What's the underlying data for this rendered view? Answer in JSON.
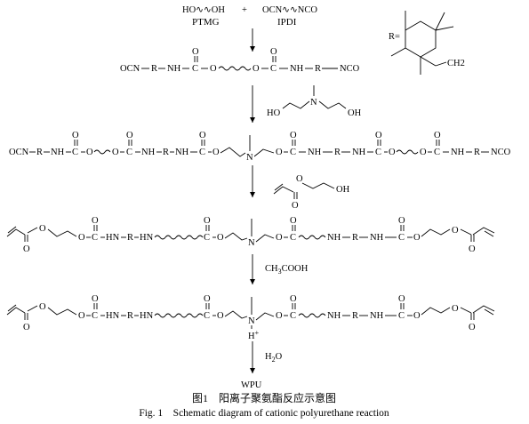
{
  "reactants": {
    "ptmg_formula": "HO∿∿OH",
    "plus": "+",
    "ipdi_formula": "OCN∿∿NCO",
    "ptmg_label": "PTMG",
    "ipdi_label": "IPDI"
  },
  "r_group": {
    "label": "R=",
    "ch2": "CH2"
  },
  "prepolymer": {
    "ocn": "OCN",
    "r": "R",
    "nh": "NH",
    "c": "C",
    "o": "O",
    "nco": "NCO"
  },
  "mdea_reagent": {
    "n": "N",
    "ho": "HO",
    "oh": "OH"
  },
  "chain_extended": {
    "ocn": "OCN",
    "r": "R",
    "nh": "NH",
    "c": "C",
    "o": "O",
    "n": "N",
    "nco": "NCO"
  },
  "hea_reagent": {
    "o": "O",
    "oh": "OH"
  },
  "capped": {
    "o": "O",
    "c": "C",
    "hn": "HN",
    "nh": "NH",
    "r": "R",
    "n": "N"
  },
  "acid_reagent": "CH3COOH",
  "salt": {
    "n": "N",
    "h_plus": "H+",
    "o": "O",
    "c": "C",
    "hn": "HN",
    "nh": "NH",
    "r": "R"
  },
  "water_reagent": "H2O",
  "product": "WPU",
  "caption": {
    "chinese": "图1　阳离子聚氨酯反应示意图",
    "english": "Fig. 1　Schematic diagram of cationic polyurethane reaction"
  }
}
